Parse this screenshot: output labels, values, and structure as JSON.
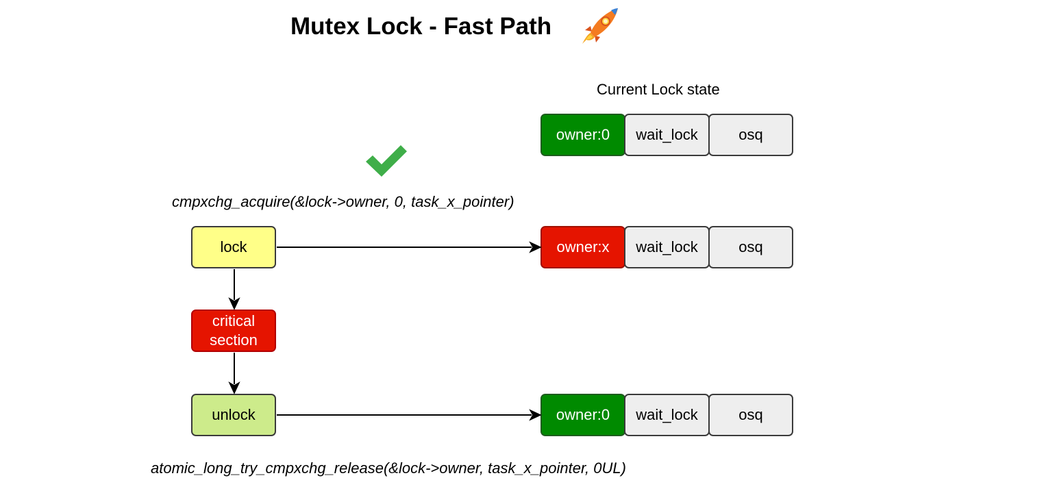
{
  "title": "Mutex Lock - Fast Path",
  "icons": {
    "title_icon": "rocket-icon",
    "success_icon": "checkmark-icon"
  },
  "colors": {
    "owner_free": "#008a00",
    "owner_held": "#e51400",
    "field_default": "#eeeeee",
    "lock_step": "#ffff88",
    "critical_step": "#e51400",
    "unlock_step": "#cdeb8b",
    "checkmark": "#3fae49"
  },
  "state_caption": "Current Lock state",
  "lock_states": [
    {
      "owner": "owner:0",
      "wait_lock": "wait_lock",
      "osq": "osq"
    },
    {
      "owner": "owner:x",
      "wait_lock": "wait_lock",
      "osq": "osq"
    },
    {
      "owner": "owner:0",
      "wait_lock": "wait_lock",
      "osq": "osq"
    }
  ],
  "steps": {
    "lock": "lock",
    "critical": "critical section",
    "unlock": "unlock"
  },
  "calls": {
    "acquire": "cmpxchg_acquire(&lock->owner, 0, task_x_pointer)",
    "release": "atomic_long_try_cmpxchg_release(&lock->owner, task_x_pointer, 0UL)"
  }
}
